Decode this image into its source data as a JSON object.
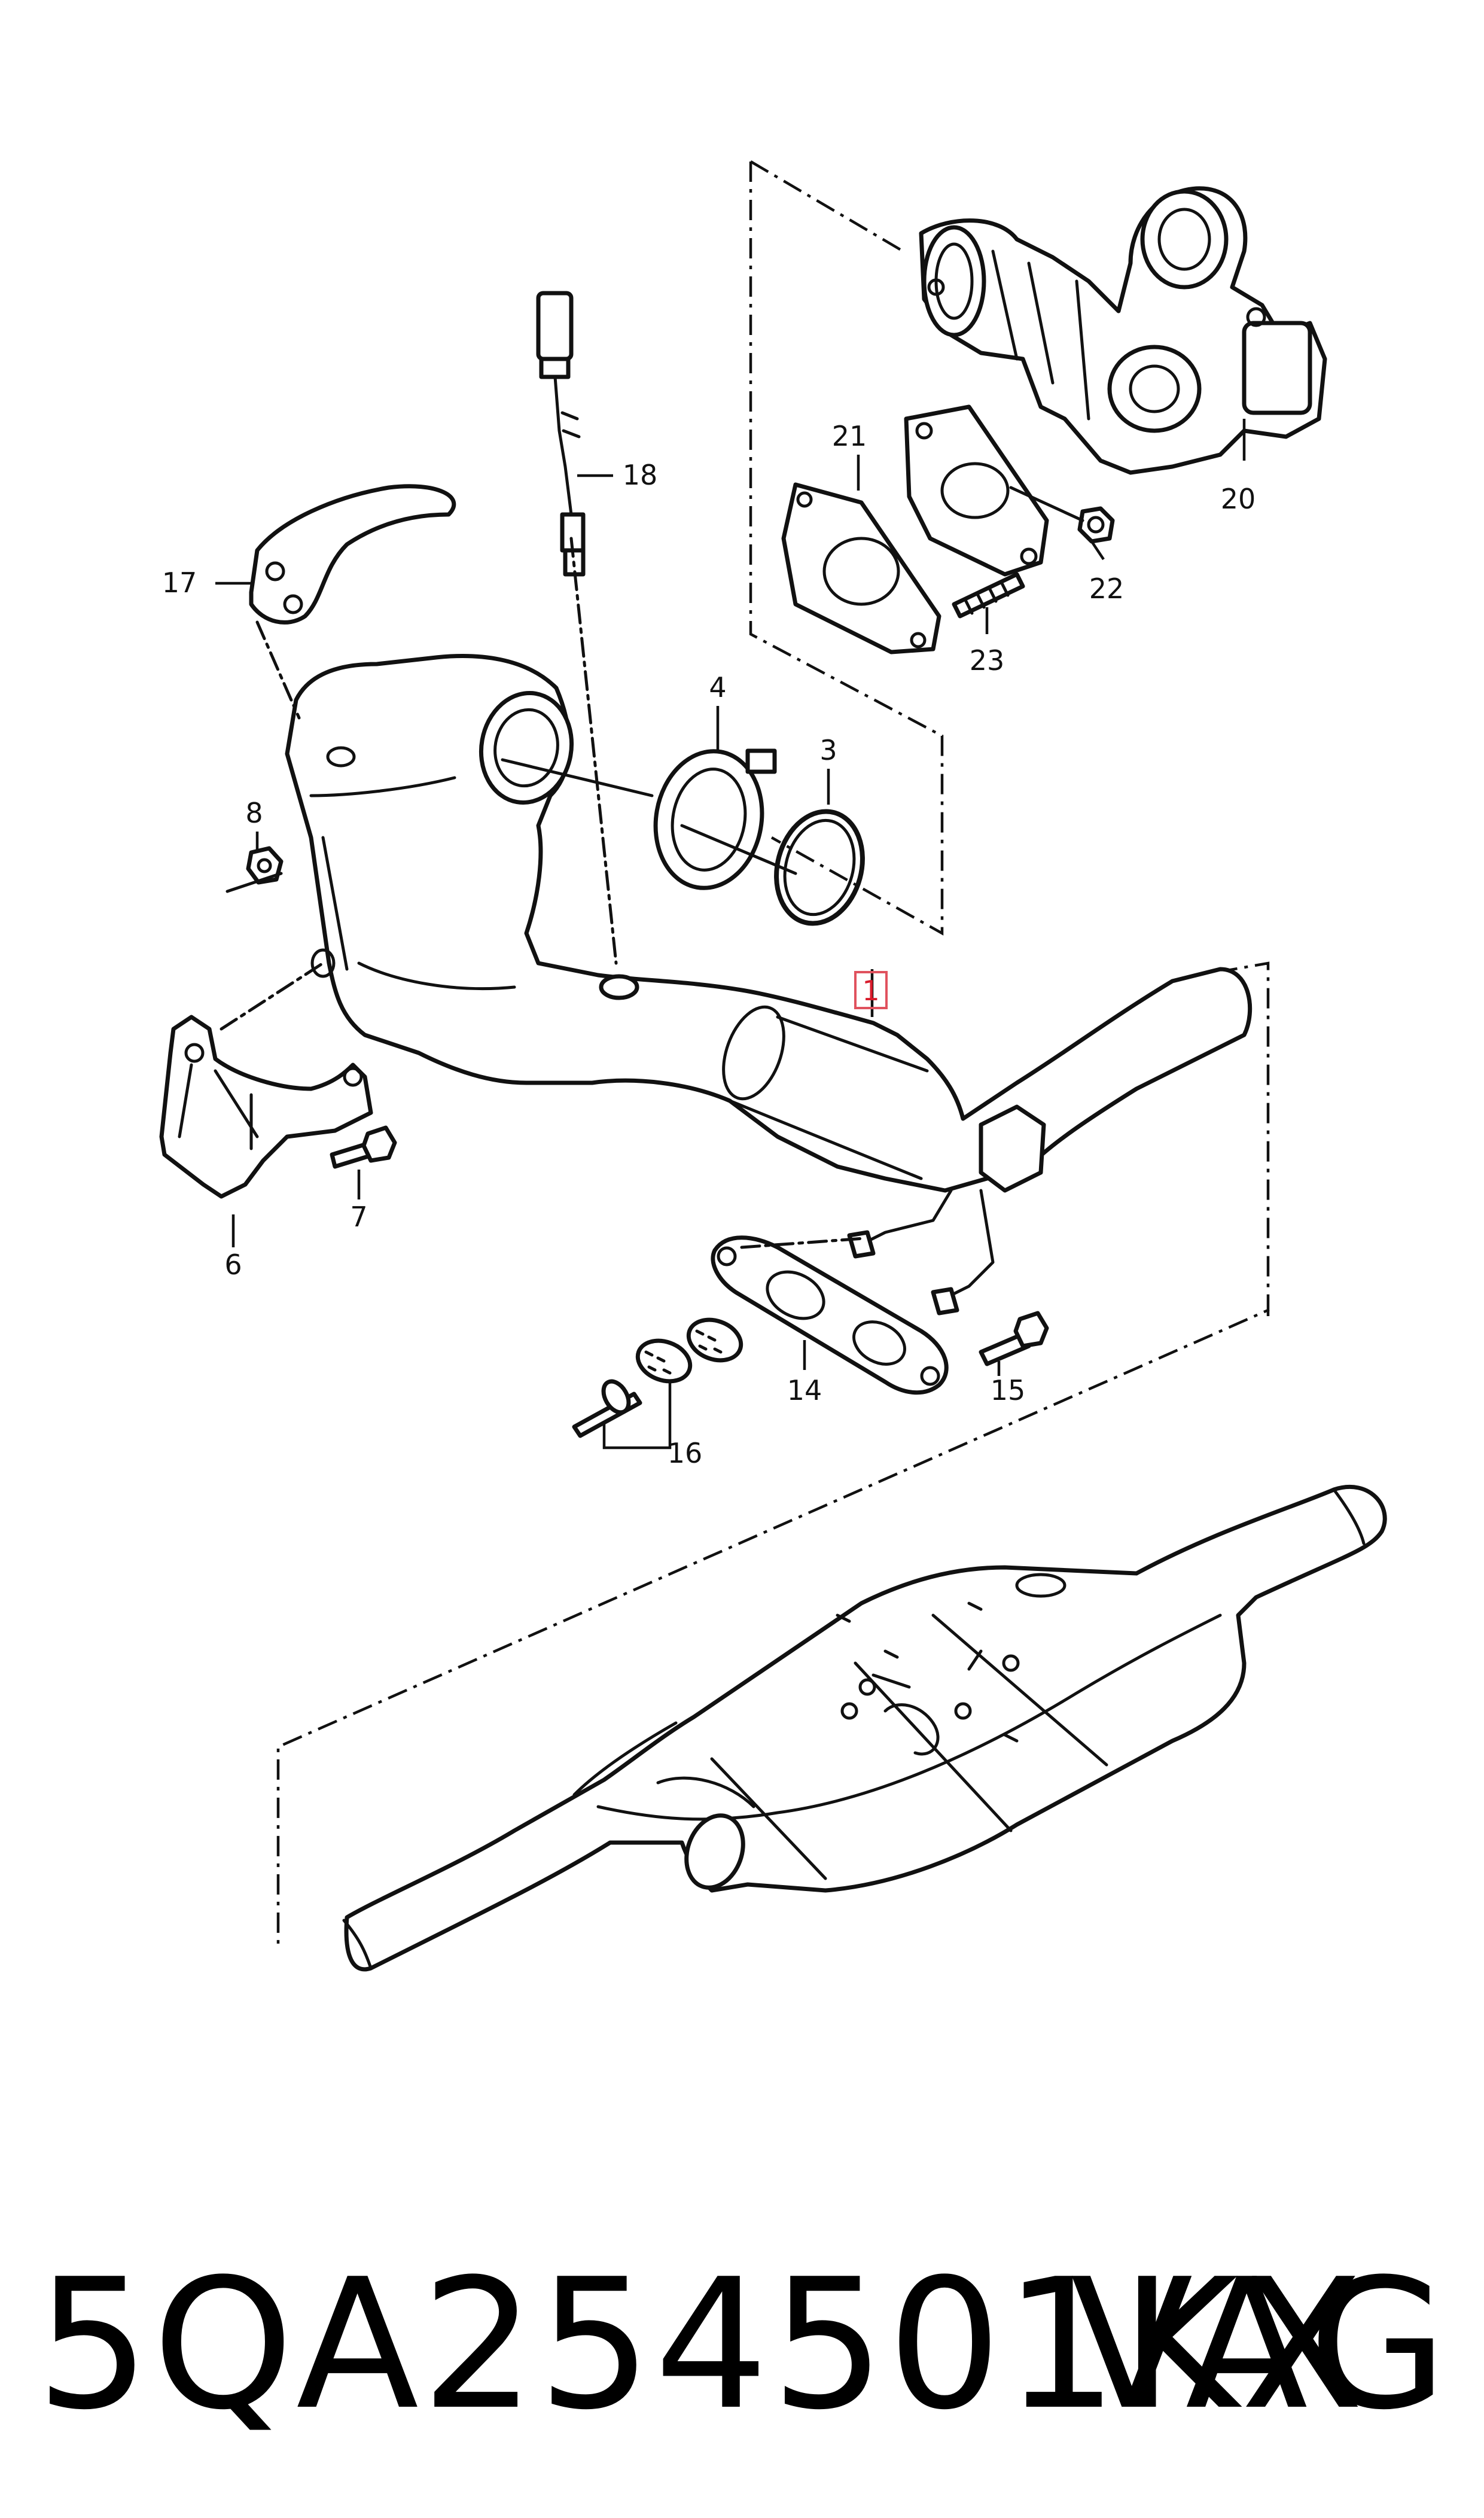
{
  "callouts": [
    "1",
    "3",
    "4",
    "6",
    "7",
    "8",
    "14",
    "15",
    "16",
    "17",
    "18",
    "20",
    "21",
    "22",
    "23"
  ],
  "highlighted_callout": "1",
  "footer": {
    "part_number": "5QA254501KX",
    "brand": "VAG"
  },
  "colors": {
    "line": "#111111",
    "highlight_box": "#e0525e",
    "background": "#ffffff"
  }
}
